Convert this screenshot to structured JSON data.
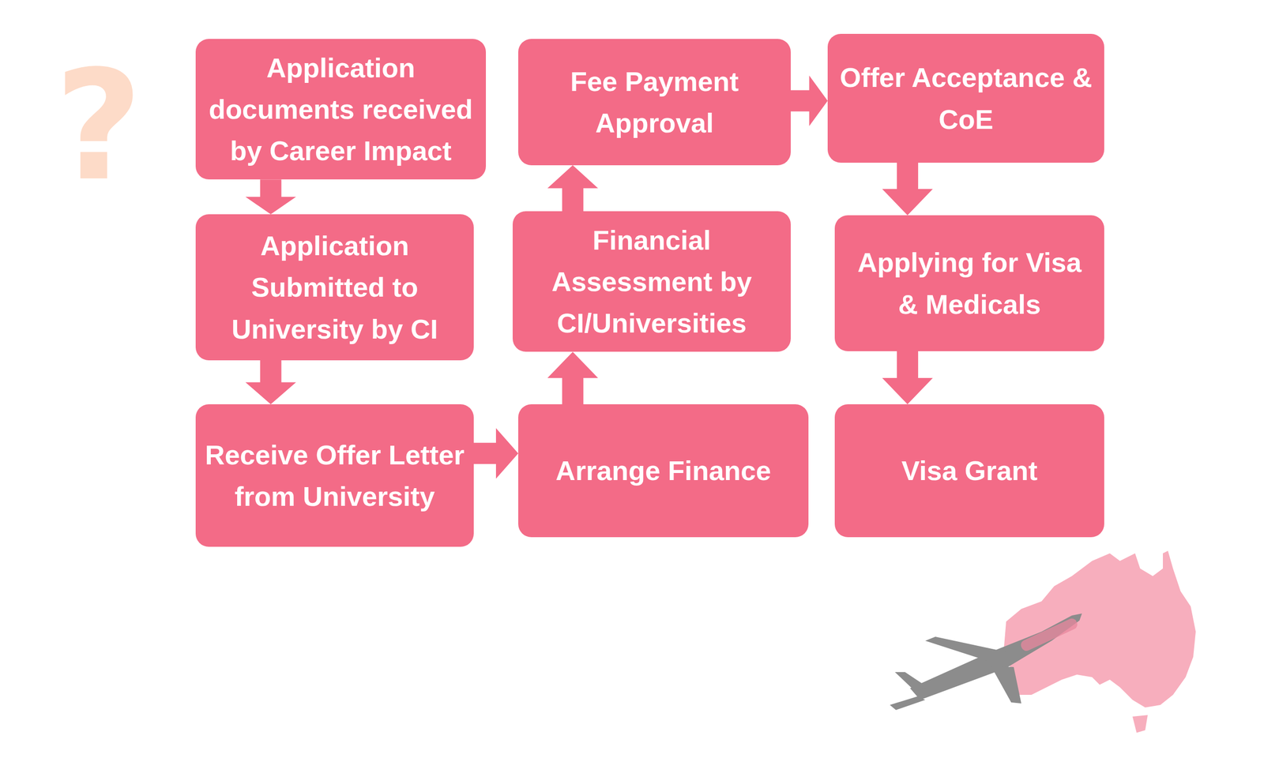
{
  "diagram": {
    "nodes": [
      {
        "text": [
          "Application documents received by Career Impact"
        ]
      },
      {
        "text": [
          "Application Submitted to University by CI"
        ]
      },
      {
        "text": [
          "Receive Offer Letter from University"
        ]
      },
      {
        "text": [
          "Arrange Finance"
        ]
      },
      {
        "text": [
          "Financial Assessment by CI/Universities"
        ]
      },
      {
        "text": [
          "Fee Payment Approval"
        ]
      },
      {
        "text": [
          "Offer Acceptance & CoE"
        ]
      },
      {
        "text": [
          "Applying for Visa & Medicals"
        ]
      },
      {
        "text": [
          "Visa Grant"
        ]
      }
    ],
    "edges": [
      {
        "from": 0,
        "to": 1,
        "arrow": "to"
      },
      {
        "from": 1,
        "to": 2,
        "arrow": "to"
      },
      {
        "from": 2,
        "to": 3,
        "arrow": "to"
      },
      {
        "from": 3,
        "to": 4,
        "arrow": "to"
      },
      {
        "from": 4,
        "to": 5,
        "arrow": "to"
      },
      {
        "from": 5,
        "to": 6,
        "arrow": "to"
      },
      {
        "from": 6,
        "to": 7,
        "arrow": "to"
      },
      {
        "from": 7,
        "to": 8,
        "arrow": "to"
      }
    ],
    "labels": [
      "?"
    ]
  }
}
